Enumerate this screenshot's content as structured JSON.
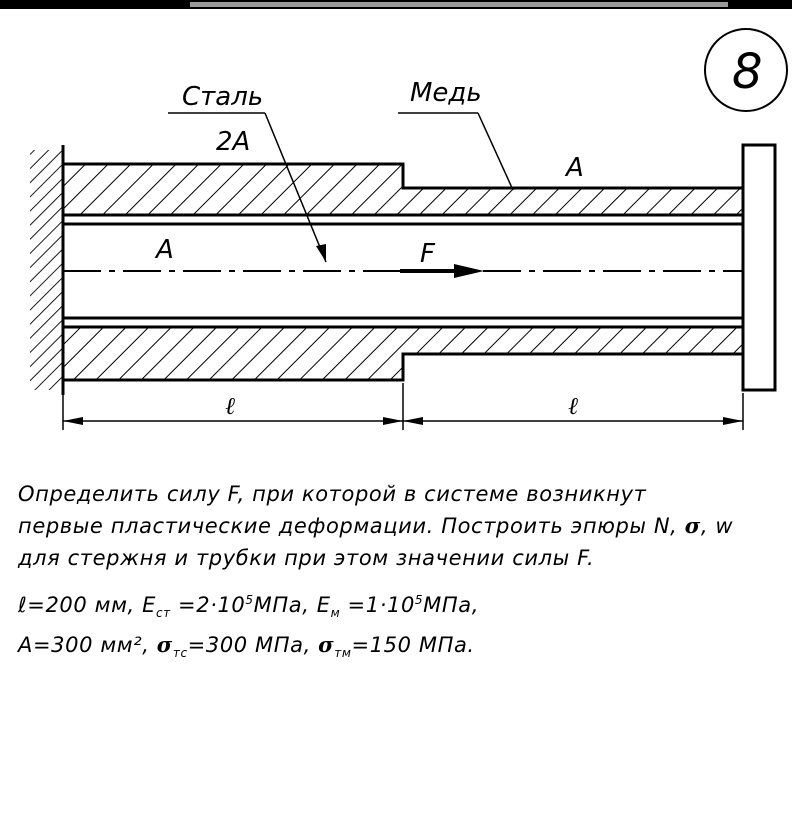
{
  "labels": {
    "steel": "Сталь",
    "steel_area": "2A",
    "copper": "Медь",
    "copper_area": "A",
    "rod_area": "A",
    "force": "F",
    "length_left": "ℓ",
    "length_right": "ℓ",
    "problem_number": "8"
  },
  "task": {
    "line1": "Определить силу F, при которой в системе возникнут",
    "line2a": "первые пластические деформации. Построить эпюры N, ",
    "line2_sigma": "σ",
    "line2b": ", w",
    "line3": "для стержня и трубки при этом значении силы F."
  },
  "givens": {
    "l": "ℓ=200 мм, E",
    "e_st_sub": "ст",
    "e_st_val": " =2·10",
    "e_st_exp": "5",
    "e_st_unit": "МПа, E",
    "e_m_sub": "м",
    "e_m_val": " =1·10",
    "e_m_exp": "5",
    "e_m_unit": "МПа,",
    "a": "A=300 мм², ",
    "sigma": "σ",
    "sigma_tc_sub": "тс",
    "sigma_tc_val": "=300 МПа, ",
    "sigma_tm_sub": "тм",
    "sigma_tm_val": "=150 МПа."
  }
}
